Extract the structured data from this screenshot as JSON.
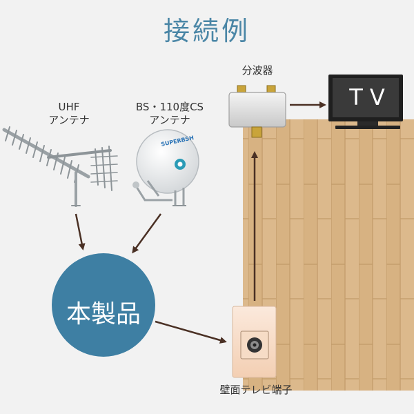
{
  "title": "接続例",
  "labels": {
    "uhf_line1": "UHF",
    "uhf_line2": "アンテナ",
    "bs_line1": "BS・110度CS",
    "bs_line2": "アンテナ",
    "splitter": "分波器",
    "tv": "TV",
    "product": "本製品",
    "wall_outlet": "壁面テレビ端子"
  },
  "colors": {
    "title": "#4a86a6",
    "product_circle": "#3e7fa3",
    "floor": "#dcb98c",
    "arrow": "#4a3024",
    "background": "#f2f2f2"
  },
  "dish_brand_text": "SUPERBSH"
}
